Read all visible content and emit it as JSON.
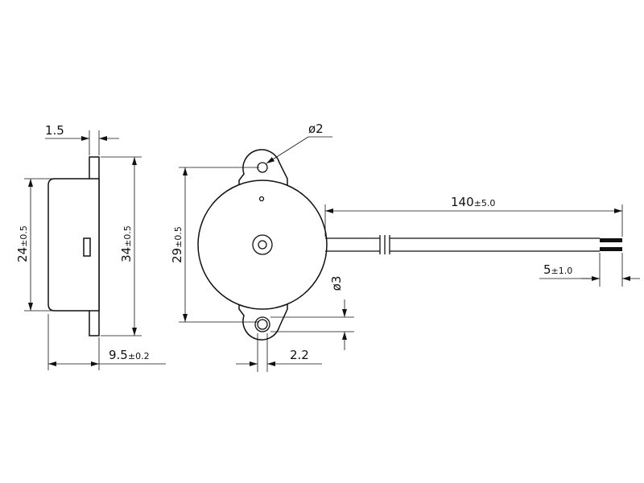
{
  "dimensions": {
    "flange_thickness": "1.5",
    "mount_hole_dia": "ø2",
    "wire_length": {
      "value": "140",
      "tol": "±5.0"
    },
    "body_height": {
      "value": "24",
      "tol": "±0.5"
    },
    "overall_height": {
      "value": "34",
      "tol": "±0.5"
    },
    "body_diameter": {
      "value": "29",
      "tol": "±0.5"
    },
    "outer_hole_dia": "ø3",
    "strip_length": {
      "value": "5",
      "tol": "±1.0"
    },
    "depth": {
      "value": "9.5",
      "tol": "±0.2"
    },
    "hole_offset": "2.2"
  }
}
